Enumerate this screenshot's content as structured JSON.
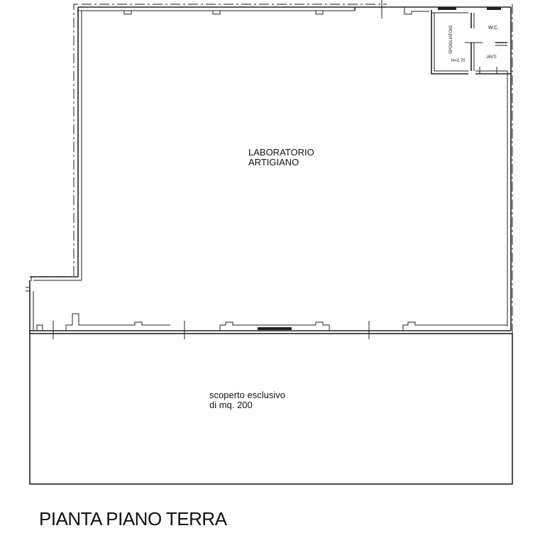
{
  "title": "PIANTA PIANO TERRA",
  "rooms": {
    "laboratorio": {
      "line1": "LABORATORIO",
      "line2": "ARTIGIANO"
    },
    "scoperto": {
      "line1": "scoperto esclusivo",
      "line2": "di mq. 200"
    },
    "spogliatoio": "SPOGLIATOIO",
    "wc": "W.C.",
    "anti": "ANTI",
    "height": "H=2.70"
  }
}
